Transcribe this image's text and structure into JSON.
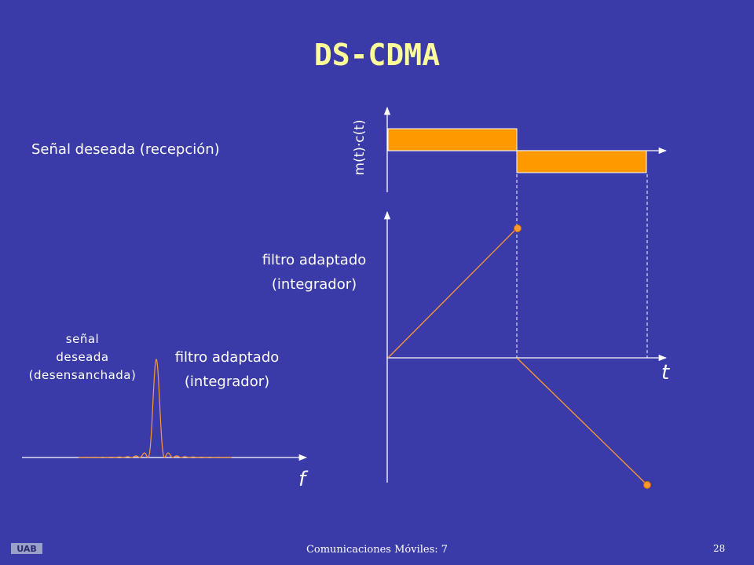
{
  "slide": {
    "title": "DS-CDMA",
    "received_label": "Señal deseada (recepción)",
    "signal_axis_label": "m(t)·c(t)",
    "matched_filter_time_label": [
      "filtro adaptado",
      "(integrador)"
    ],
    "matched_filter_freq_label": [
      "filtro adaptado",
      "(integrador)"
    ],
    "despread_label": [
      "señal",
      "deseada",
      "(desensanchada)"
    ],
    "time_axis_label": "t",
    "freq_axis_label": "f",
    "footer": "Comunicaciones Móviles: 7",
    "page_number": "28",
    "logo_text": "UAB"
  },
  "colors": {
    "background": "#3a3aa8",
    "title": "#ffff99",
    "pulse_fill": "#ff9900",
    "curve": "#ff9933",
    "axis": "#ffffff"
  }
}
